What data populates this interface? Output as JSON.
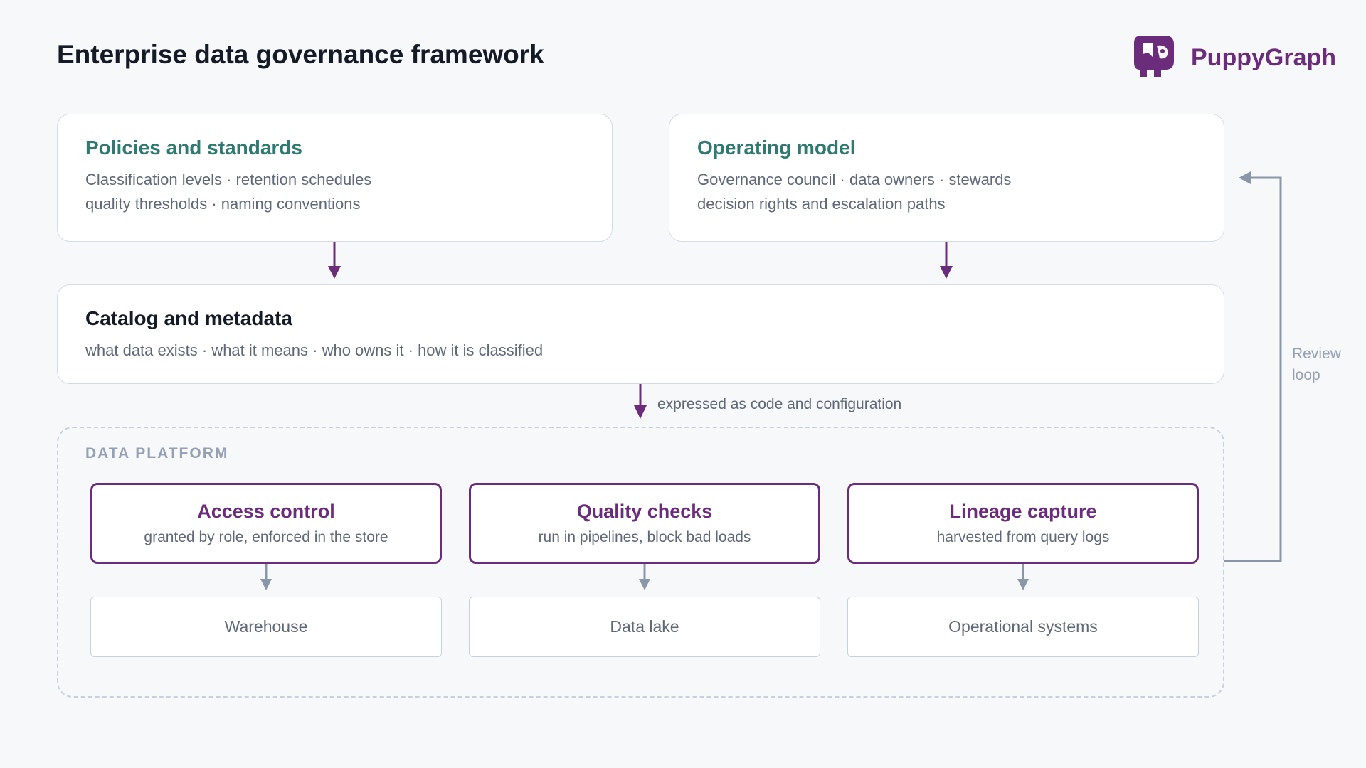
{
  "page": {
    "title": "Enterprise data governance framework",
    "brand": "PuppyGraph"
  },
  "policies": {
    "title": "Policies and standards",
    "lines": [
      "Classification levels · retention schedules",
      "quality thresholds · naming conventions"
    ]
  },
  "operating_model": {
    "title": "Operating model",
    "lines": [
      "Governance council · data owners · stewards",
      "decision rights and escalation paths"
    ]
  },
  "catalog": {
    "title": "Catalog and metadata",
    "line": "what data exists · what it means · who owns it · how it is classified"
  },
  "edge_note": "expressed as code and configuration",
  "platform": {
    "label": "DATA PLATFORM",
    "controls": [
      {
        "title": "Access control",
        "subtitle": "granted by role, enforced in the store"
      },
      {
        "title": "Quality checks",
        "subtitle": "run in pipelines, block bad loads"
      },
      {
        "title": "Lineage capture",
        "subtitle": "harvested from query logs"
      }
    ],
    "stores": [
      "Warehouse",
      "Data lake",
      "Operational systems"
    ]
  },
  "review_loop": {
    "line1": "Review",
    "line2": "loop"
  },
  "colors": {
    "accent_purple": "#6b2d7b",
    "teal": "#2e7a70",
    "grey_arrow": "#8a97a8",
    "background": "#f7f8fa"
  },
  "icons": {
    "logo": "puppygraph-logo-icon"
  }
}
